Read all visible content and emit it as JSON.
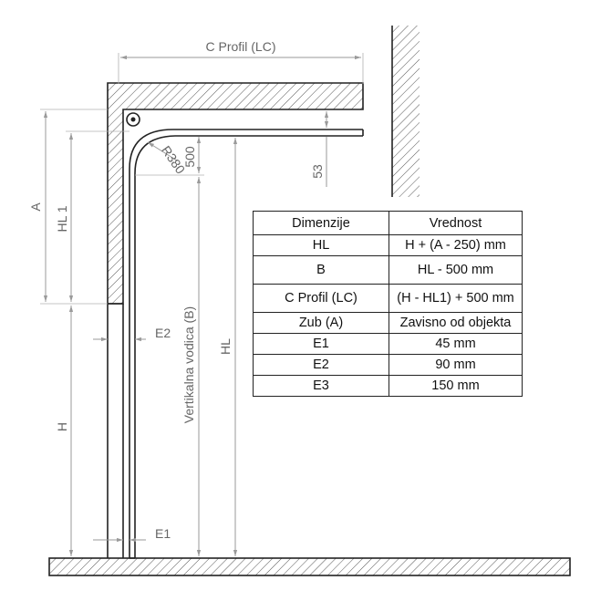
{
  "labels": {
    "c_profil": "C Profil (LC)",
    "a": "A",
    "hl1": "HL 1",
    "h": "H",
    "hl": "HL",
    "vertical_guide": "Vertikalna vodica (B)",
    "radius": "R380",
    "d500": "500",
    "d53": "53",
    "e1": "E1",
    "e2": "E2"
  },
  "table": {
    "headers": [
      "Dimenzije",
      "Vrednost"
    ],
    "rows": [
      {
        "name": "HL",
        "value": "H + (A - 250) mm"
      },
      {
        "name": "B",
        "value": "HL - 500 mm"
      },
      {
        "name": "C Profil (LC)",
        "value": "(H - HL1) + 500 mm"
      },
      {
        "name": "Zub (A)",
        "value": "Zavisno od objekta"
      },
      {
        "name": "E1",
        "value": "45 mm"
      },
      {
        "name": "E2",
        "value": "90 mm"
      },
      {
        "name": "E3",
        "value": "150 mm"
      }
    ]
  }
}
